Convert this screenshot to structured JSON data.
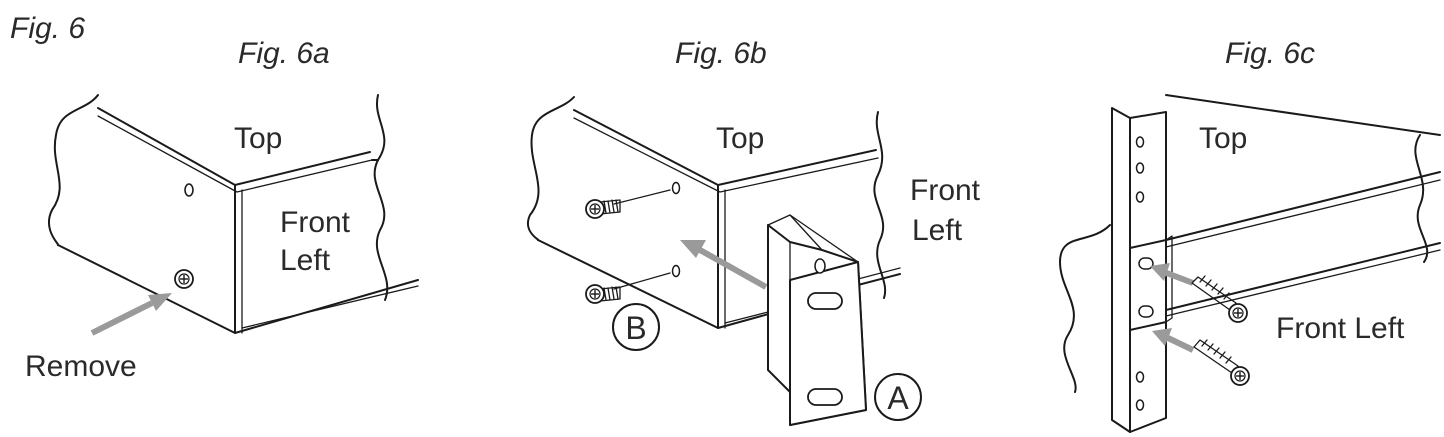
{
  "figure_title": "Fig. 6",
  "panels": [
    {
      "title": "Fig. 6a",
      "top_label": "Top",
      "front_label_1": "Front",
      "front_label_2": "Left",
      "action_label": "Remove"
    },
    {
      "title": "Fig. 6b",
      "top_label": "Top",
      "front_label_1": "Front",
      "front_label_2": "Left",
      "callout_a": "A",
      "callout_b": "B"
    },
    {
      "title": "Fig. 6c",
      "top_label": "Top",
      "front_label": "Front Left"
    }
  ],
  "colors": {
    "line": "#1a1a1a",
    "arrow": "#9a9a9a",
    "text": "#2a2a2a"
  },
  "icons": [
    "screw-icon",
    "arrow-icon",
    "mounting-bracket-icon",
    "rack-rail-icon"
  ]
}
